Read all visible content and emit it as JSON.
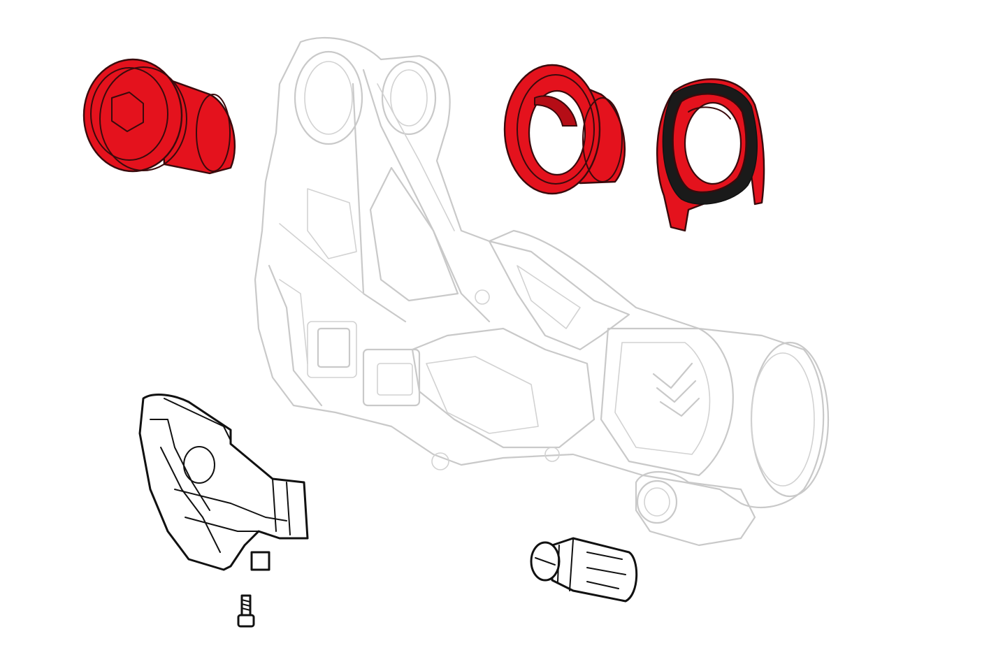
{
  "diagram": {
    "parts": [
      {
        "id": "hanger-bolt",
        "highlight": "#e4121d"
      },
      {
        "id": "bushing",
        "highlight": "#e4121d"
      },
      {
        "id": "hanger-washer",
        "highlight": "#e4121d"
      },
      {
        "id": "derailleur-body",
        "highlight": "#c9c9c9"
      },
      {
        "id": "cable-guide",
        "highlight": "#111111"
      },
      {
        "id": "small-screw",
        "highlight": "#111111"
      },
      {
        "id": "barrel-adjuster",
        "highlight": "#111111"
      }
    ]
  }
}
